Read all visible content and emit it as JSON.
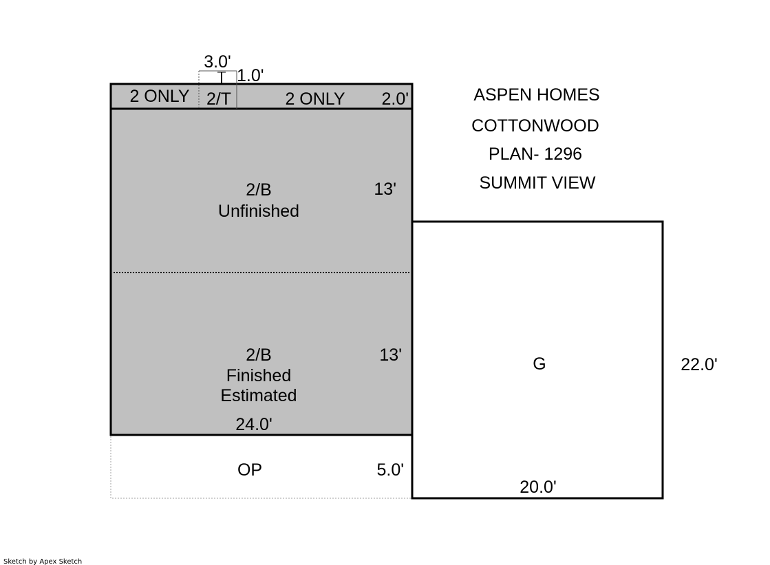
{
  "title_block": {
    "builder": "ASPEN HOMES",
    "model": "COTTONWOOD",
    "plan": "PLAN- 1296",
    "subdivision": "SUMMIT VIEW"
  },
  "areas": {
    "top_left": "2 ONLY",
    "top_middle": "2/T",
    "top_right": "2 ONLY",
    "unfinished_code": "2/B",
    "unfinished_label": "Unfinished",
    "finished_code": "2/B",
    "finished_label": "Finished",
    "finished_note": "Estimated",
    "porch": "OP",
    "garage": "G"
  },
  "dimensions": {
    "bump_width": "3.0'",
    "bump_depth": "1.0'",
    "strip_depth": "2.0'",
    "unfinished_depth": "13'",
    "finished_depth": "13'",
    "house_width": "24.0'",
    "porch_depth": "5.0'",
    "garage_width": "20.0'",
    "garage_depth": "22.0'"
  },
  "colors": {
    "fill": "#c0c0c0",
    "line": "#000000",
    "porch_line": "#a0a0a0"
  },
  "footer": "Sketch by Apex Sketch"
}
